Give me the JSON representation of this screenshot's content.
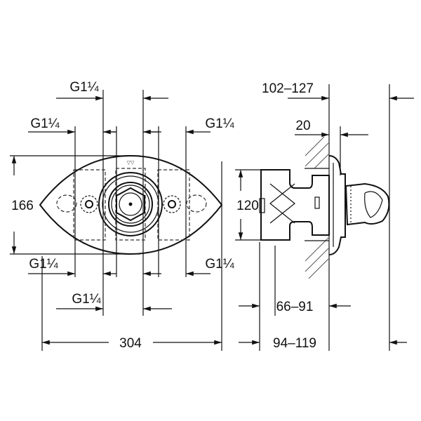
{
  "front_view": {
    "top_center_thread": "G1¼",
    "upper_left_thread": "G1¼",
    "upper_right_thread": "G1¼",
    "lower_left_thread": "G1¼",
    "lower_right_thread": "G1¼",
    "bottom_center_thread": "G1¼",
    "height": "166",
    "width": "304"
  },
  "side_view": {
    "total_depth": "102–127",
    "flange_depth": "20",
    "body_height": "120",
    "body_depth": "66–91",
    "overall_depth": "94–119"
  }
}
